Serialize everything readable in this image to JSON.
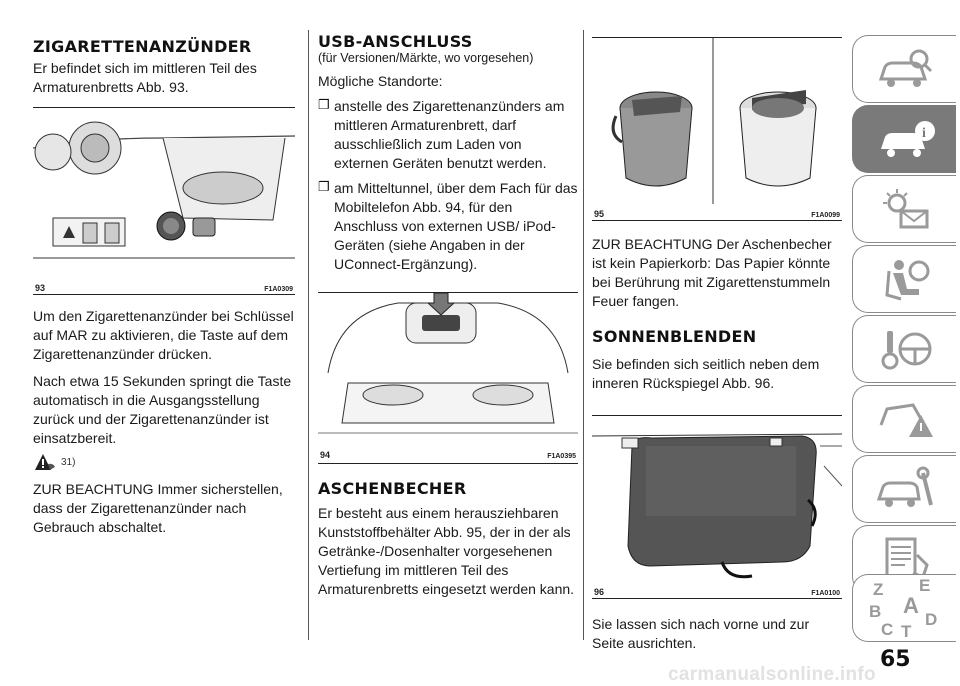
{
  "col1": {
    "heading": "ZIGARETTENANZÜNDER",
    "p1": "Er befindet sich im mittleren Teil des Armaturenbretts Abb. 93.",
    "fig_num": "93",
    "fig_code": "F1A0309",
    "p2": "Um den Zigarettenanzünder bei Schlüssel auf MAR zu aktivieren, die Taste auf dem Zigarettenanzünder drücken.",
    "p3": "Nach etwa 15 Sekunden springt die Taste automatisch in die Ausgangsstellung zurück und der Zigarettenanzünder ist einsatzbereit.",
    "warn_ref": "31)",
    "p4": "ZUR BEACHTUNG Immer sicherstellen, dass der Zigarettenanzünder nach Gebrauch abschaltet."
  },
  "col2": {
    "heading": "USB-ANSCHLUSS",
    "subtitle": "(für Versionen/Märkte, wo vorgesehen)",
    "intro": "Mögliche Standorte:",
    "bullet_mark": "❒",
    "bullets": [
      "anstelle des Zigarettenanzünders am mittleren Armaturenbrett, darf ausschließlich zum Laden von externen Geräten benutzt werden.",
      "am Mitteltunnel, über dem Fach für das Mobiltelefon Abb. 94, für den Anschluss von externen USB/ iPod-Geräten (siehe Angaben in der UConnect-Ergänzung)."
    ],
    "fig_num": "94",
    "fig_code": "F1A0395",
    "heading2": "ASCHENBECHER",
    "p1": "Er besteht aus einem herausziehbaren Kunststoffbehälter Abb. 95, der in der als Getränke-/Dosenhalter vorgesehenen Vertiefung im mittleren Teil des Armaturenbretts eingesetzt werden kann."
  },
  "col3": {
    "fig1_num": "95",
    "fig1_code": "F1A0099",
    "p1": "ZUR BEACHTUNG Der Aschenbecher ist kein Papierkorb: Das Papier könnte bei Berührung mit Zigarettenstummeln Feuer fangen.",
    "heading": "SONNENBLENDEN",
    "p2": "Sie befinden sich seitlich neben dem inneren Rückspiegel Abb. 96.",
    "fig2_num": "96",
    "fig2_code": "F1A0100",
    "p3": "Sie lassen sich nach vorne und zur Seite ausrichten."
  },
  "sidebar": {
    "tabs": [
      {
        "icon": "car-search-icon"
      },
      {
        "icon": "car-info-icon",
        "active": true
      },
      {
        "icon": "warning-lights-icon"
      },
      {
        "icon": "airbag-seat-icon"
      },
      {
        "icon": "steering-key-icon"
      },
      {
        "icon": "car-warning-triangle-icon"
      },
      {
        "icon": "car-wrench-icon"
      },
      {
        "icon": "spec-list-icon"
      },
      {
        "icon": "alphabet-index-icon"
      }
    ],
    "index_letters": [
      "Z",
      "E",
      "B",
      "A",
      "C",
      "T",
      "D"
    ]
  },
  "page_number": "65",
  "watermark": "carmanualsonline.info",
  "colors": {
    "tab_border": "#8a8a8a",
    "tab_active": "#7a7a7a",
    "icon": "#9a9a9a"
  }
}
